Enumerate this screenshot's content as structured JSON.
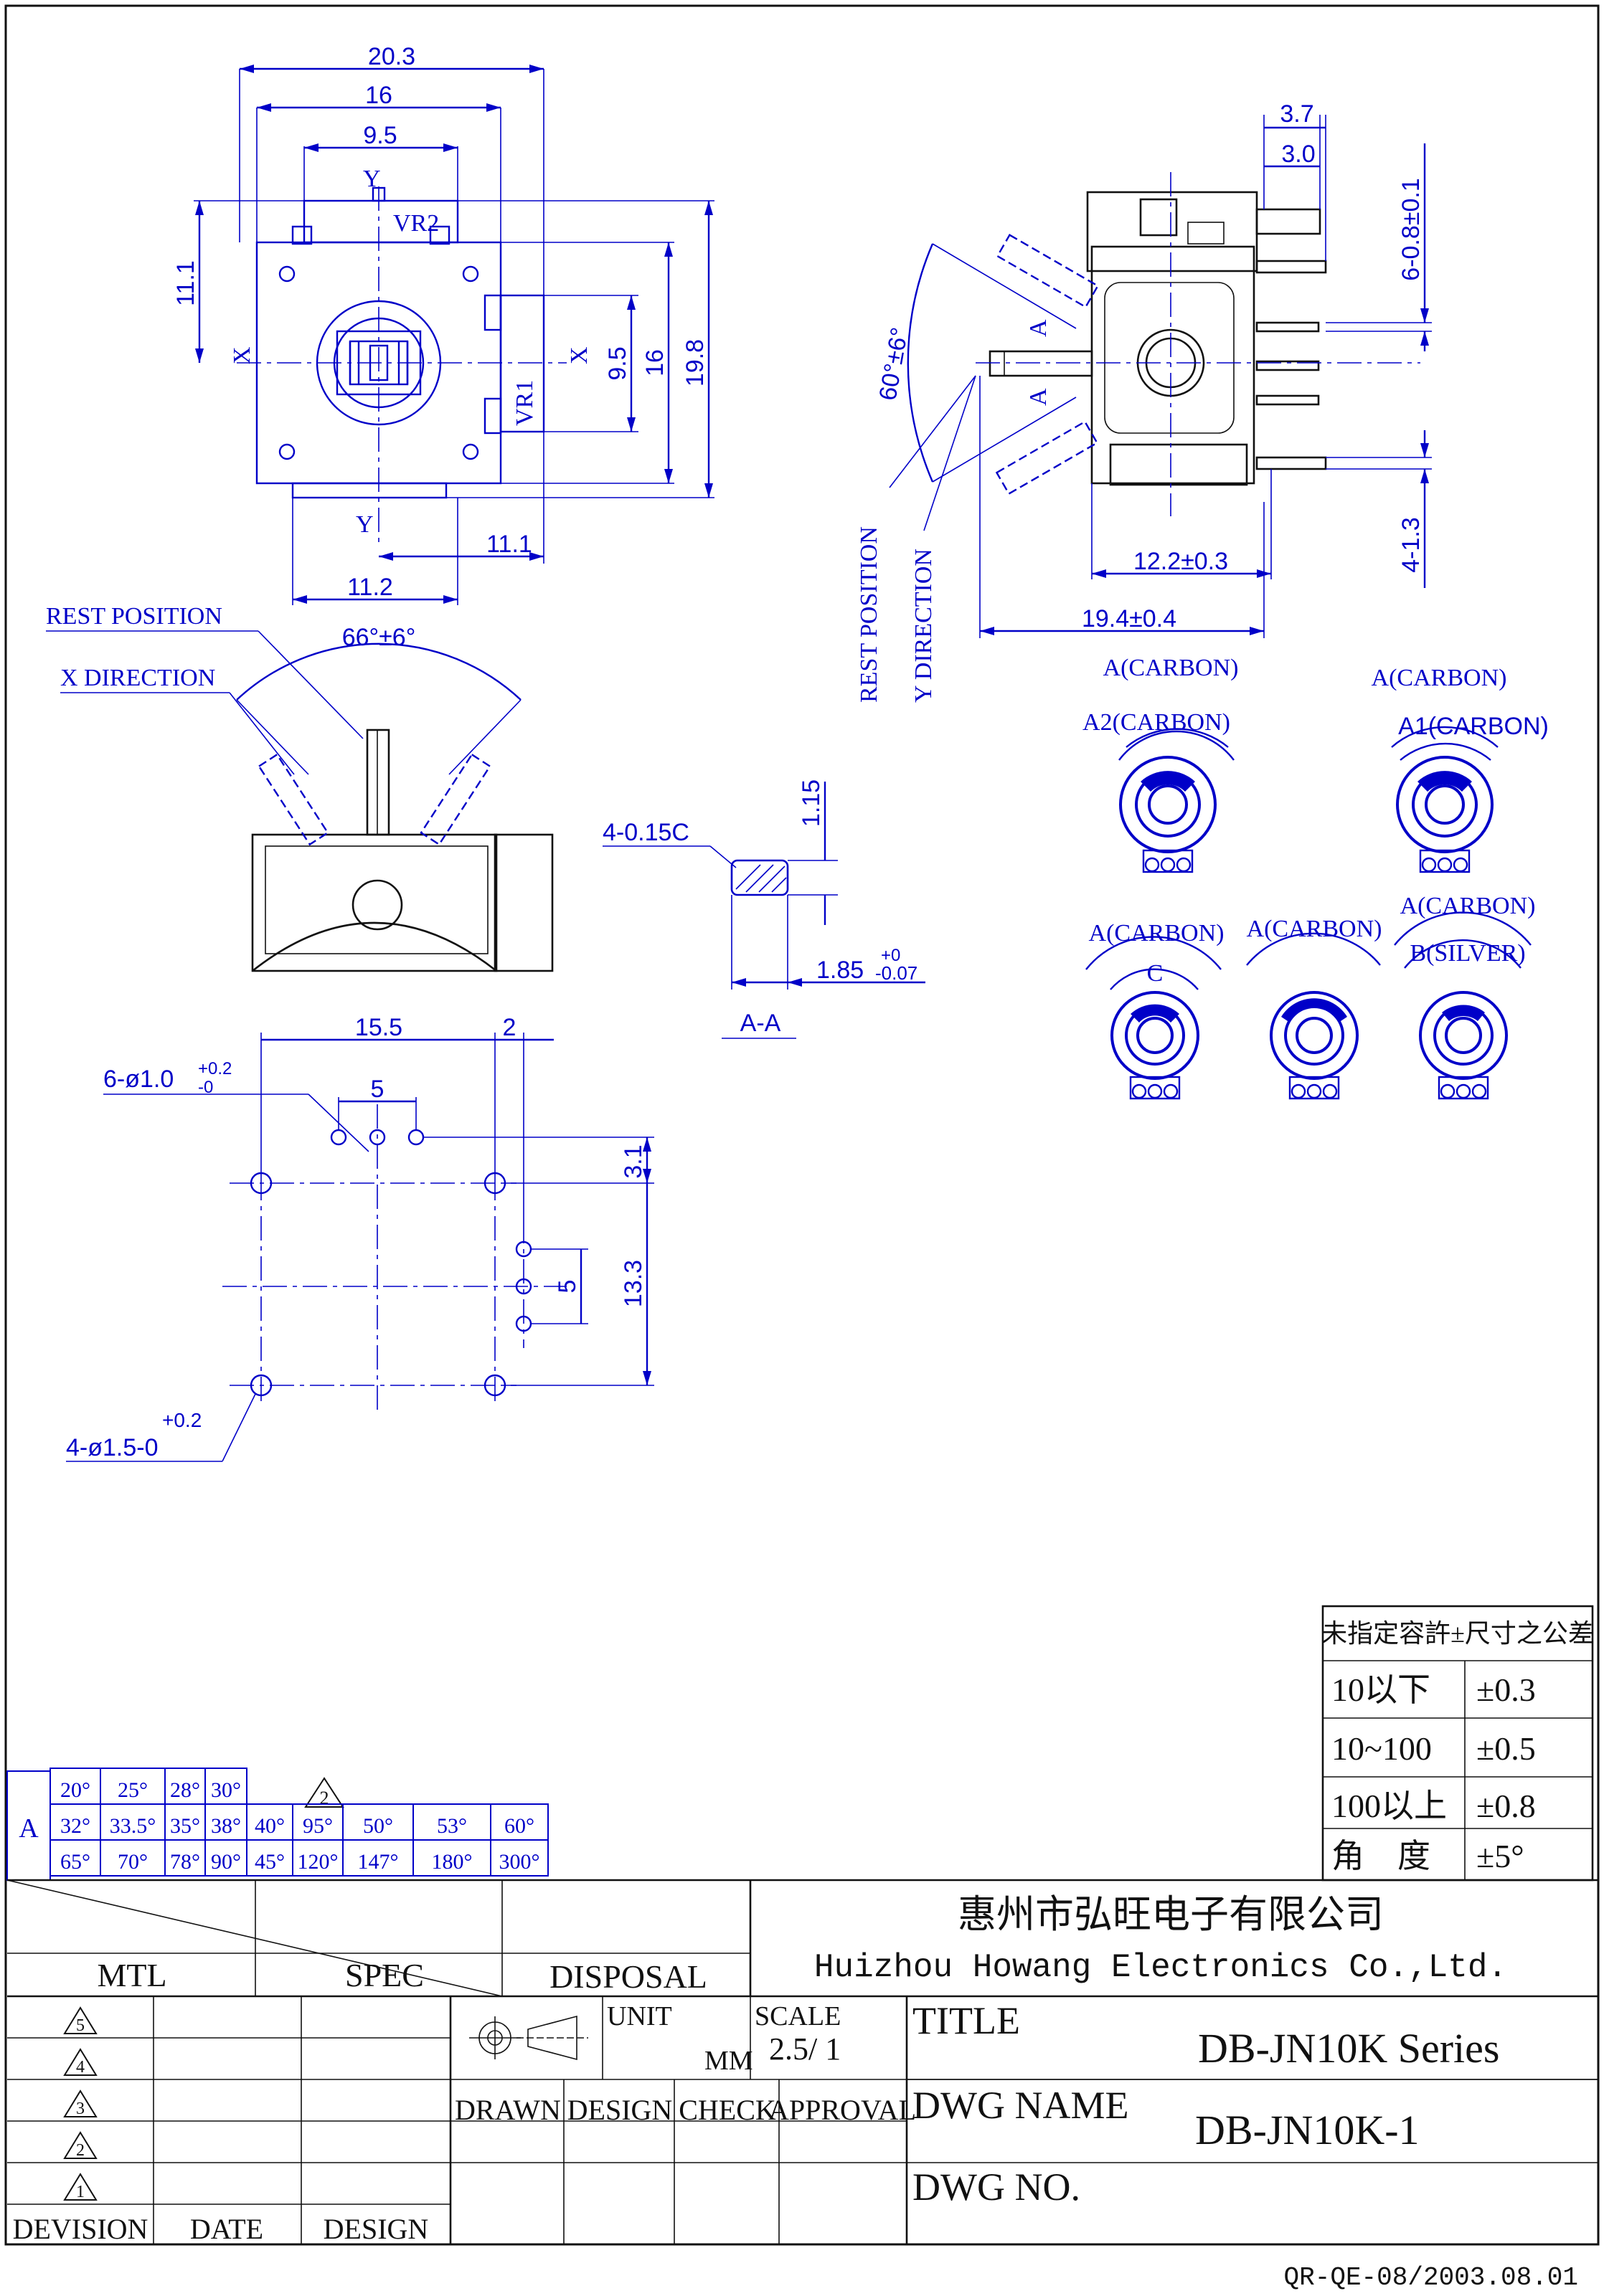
{
  "top_view": {
    "dims": [
      "20.3",
      "16",
      "9.5",
      "11.1",
      "9.5",
      "16",
      "19.8",
      "11.1",
      "11.2"
    ],
    "labels": {
      "y_axis": "Y",
      "x_axis": "X",
      "vr1": "VR1",
      "vr2": "VR2"
    }
  },
  "side_view": {
    "dims": [
      "3.7",
      "3.0",
      "6-0.8±0.1",
      "4-1.3",
      "12.2±0.3",
      "19.4±0.4"
    ],
    "angle": "60°±6°",
    "labels": {
      "rest": "REST POSITION",
      "ydir": "Y DIRECTION",
      "section": "A"
    }
  },
  "front_view": {
    "angle": "66°±6°",
    "labels": {
      "rest": "REST POSITION",
      "xdir": "X DIRECTION"
    }
  },
  "section_aa": {
    "chamfer": "4-0.15C",
    "height": "1.15",
    "width": "1.85",
    "tol_upper": "+0",
    "tol_lower": "-0.07",
    "title": "A-A"
  },
  "pcb_layout": {
    "small_holes": "6-ø1.0",
    "small_tol_upper": "+0.2",
    "small_tol_lower": "-0",
    "big_holes": "4-ø1.5-0",
    "big_tol_upper": "+0.2",
    "dims": [
      "15.5",
      "2",
      "5",
      "3.1",
      "5",
      "13.3"
    ]
  },
  "resistor_symbols": [
    {
      "outer": "A(CARBON)",
      "inner": "A2(CARBON)"
    },
    {
      "outer": "A(CARBON)",
      "inner": "A1(CARBON)"
    },
    {
      "outer": "A(CARBON)",
      "inner": "C"
    },
    {
      "outer": "A(CARBON)",
      "inner": ""
    },
    {
      "outer": "A(CARBON)",
      "inner": "B(SILVER)"
    }
  ],
  "tolerance_table": {
    "header": "未指定容許±尺寸之公差",
    "rows": [
      {
        "range": "10以下",
        "tol": "±0.3"
      },
      {
        "range": "10~100",
        "tol": "±0.5"
      },
      {
        "range": "100以上",
        "tol": "±0.8"
      },
      {
        "range": "角　度",
        "tol": "±5°"
      }
    ]
  },
  "angle_table": {
    "label": "A",
    "revision_mark": "2",
    "row1": [
      "20°",
      "25°",
      "28°",
      "30°"
    ],
    "row2": [
      "32°",
      "33.5°",
      "35°",
      "38°",
      "40°",
      "95°",
      "50°",
      "53°",
      "60°"
    ],
    "row3": [
      "65°",
      "70°",
      "78°",
      "90°",
      "45°",
      "120°",
      "147°",
      "180°",
      "300°"
    ]
  },
  "title_block": {
    "company_cn": "惠州市弘旺电子有限公司",
    "company_en": "Huizhou Howang Electronics Co.,Ltd.",
    "mtl": "MTL",
    "spec": "SPEC",
    "disposal": "DISPOSAL",
    "unit_label": "UNIT",
    "unit": "MM",
    "scale_label": "SCALE",
    "scale": "2.5/ 1",
    "title_label": "TITLE",
    "title": "DB-JN10K Series",
    "dwg_name_label": "DWG NAME",
    "dwg_name": "DB-JN10K-1",
    "dwg_no_label": "DWG NO.",
    "drawn": "DRAWN",
    "design": "DESIGN",
    "check": "CHECK",
    "approval": "APPROVAL",
    "revision_marks": [
      "5",
      "4",
      "3",
      "2",
      "1"
    ],
    "devision": "DEVISION",
    "date": "DATE",
    "design_col": "DESIGN"
  },
  "form_no": "QR-QE-08/2003.08.01"
}
